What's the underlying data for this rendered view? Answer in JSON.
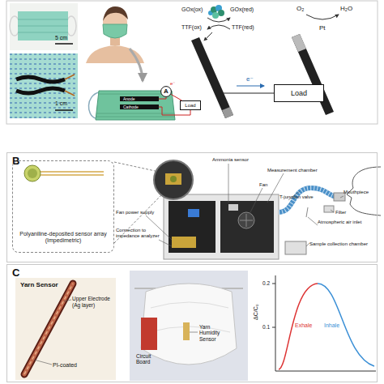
{
  "diagram": {
    "nodes": [
      {
        "text": [
          "Load"
        ]
      },
      {
        "text": [
          "A"
        ]
      },
      {
        "text": [
          "Load"
        ]
      },
      {
        "text": [
          "B"
        ]
      },
      {
        "text": [
          "Polyaniline-deposited sensor array (Impedimetric)"
        ],
        "in": 3
      },
      {
        "text": [
          "C"
        ]
      },
      {
        "text": [
          "Yarn Sensor",
          "Upper Electrode (Ag layer)",
          "PI-coated"
        ],
        "in": 5
      }
    ],
    "edges": [
      {
        "from": 1,
        "to": 2,
        "arrow": "none"
      }
    ],
    "labels": [
      "5 cm",
      "1 cm",
      "GOx(ox)",
      "GOx(red)",
      "TTF(ox)",
      "TTF(red)",
      "e⁻",
      "O₂",
      "H₂O",
      "Pt",
      "Anode",
      "Cathode",
      "Ammonia sensor",
      "Measurement chamber",
      "Fan",
      "T-junction valve",
      "Mouthpiece",
      "Filter",
      "Fan power supply",
      "Connection to impedance analyzer",
      "Atmospheric air inlet",
      "Sample collection chamber",
      "Yarn Humidity Sensor",
      "Circuit Board",
      "ΔC/C₀",
      "0.2",
      "0.1",
      "Exhale",
      "Inhale",
      "e⁻"
    ]
  }
}
